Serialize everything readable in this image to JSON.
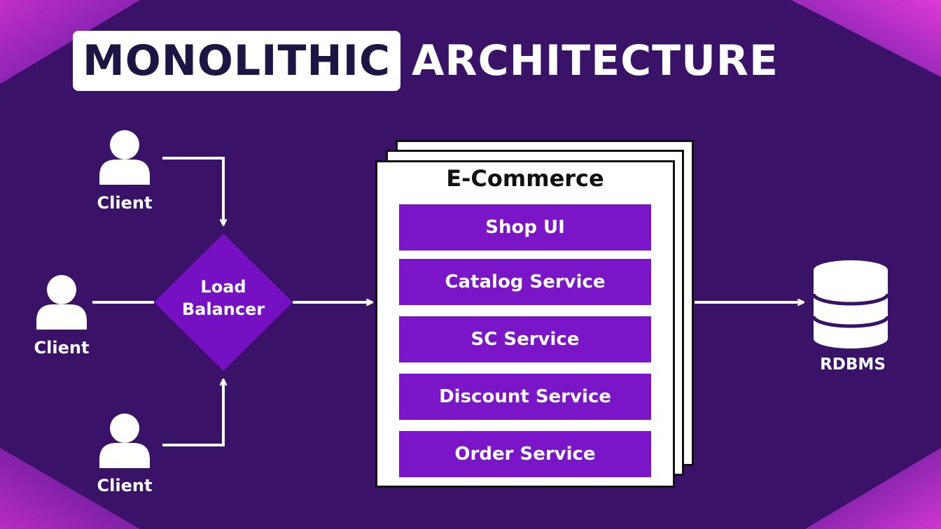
{
  "title": {
    "highlight": "MONOLITHIC",
    "rest": "ARCHITECTURE"
  },
  "clients": [
    "Client",
    "Client",
    "Client"
  ],
  "load_balancer": {
    "line1": "Load",
    "line2": "Balancer"
  },
  "application": {
    "title": "E-Commerce",
    "services": [
      "Shop UI",
      "Catalog Service",
      "SC Service",
      "Discount Service",
      "Order Service"
    ]
  },
  "database": {
    "label": "RDBMS"
  },
  "colors": {
    "background": "#3a1368",
    "accent_magenta": "#c02cc4",
    "service_purple": "#7b16c8",
    "load_balancer": "#7511c2",
    "title_text": "#1c1645"
  },
  "icons": {
    "client": "person-icon",
    "database": "database-icon"
  }
}
